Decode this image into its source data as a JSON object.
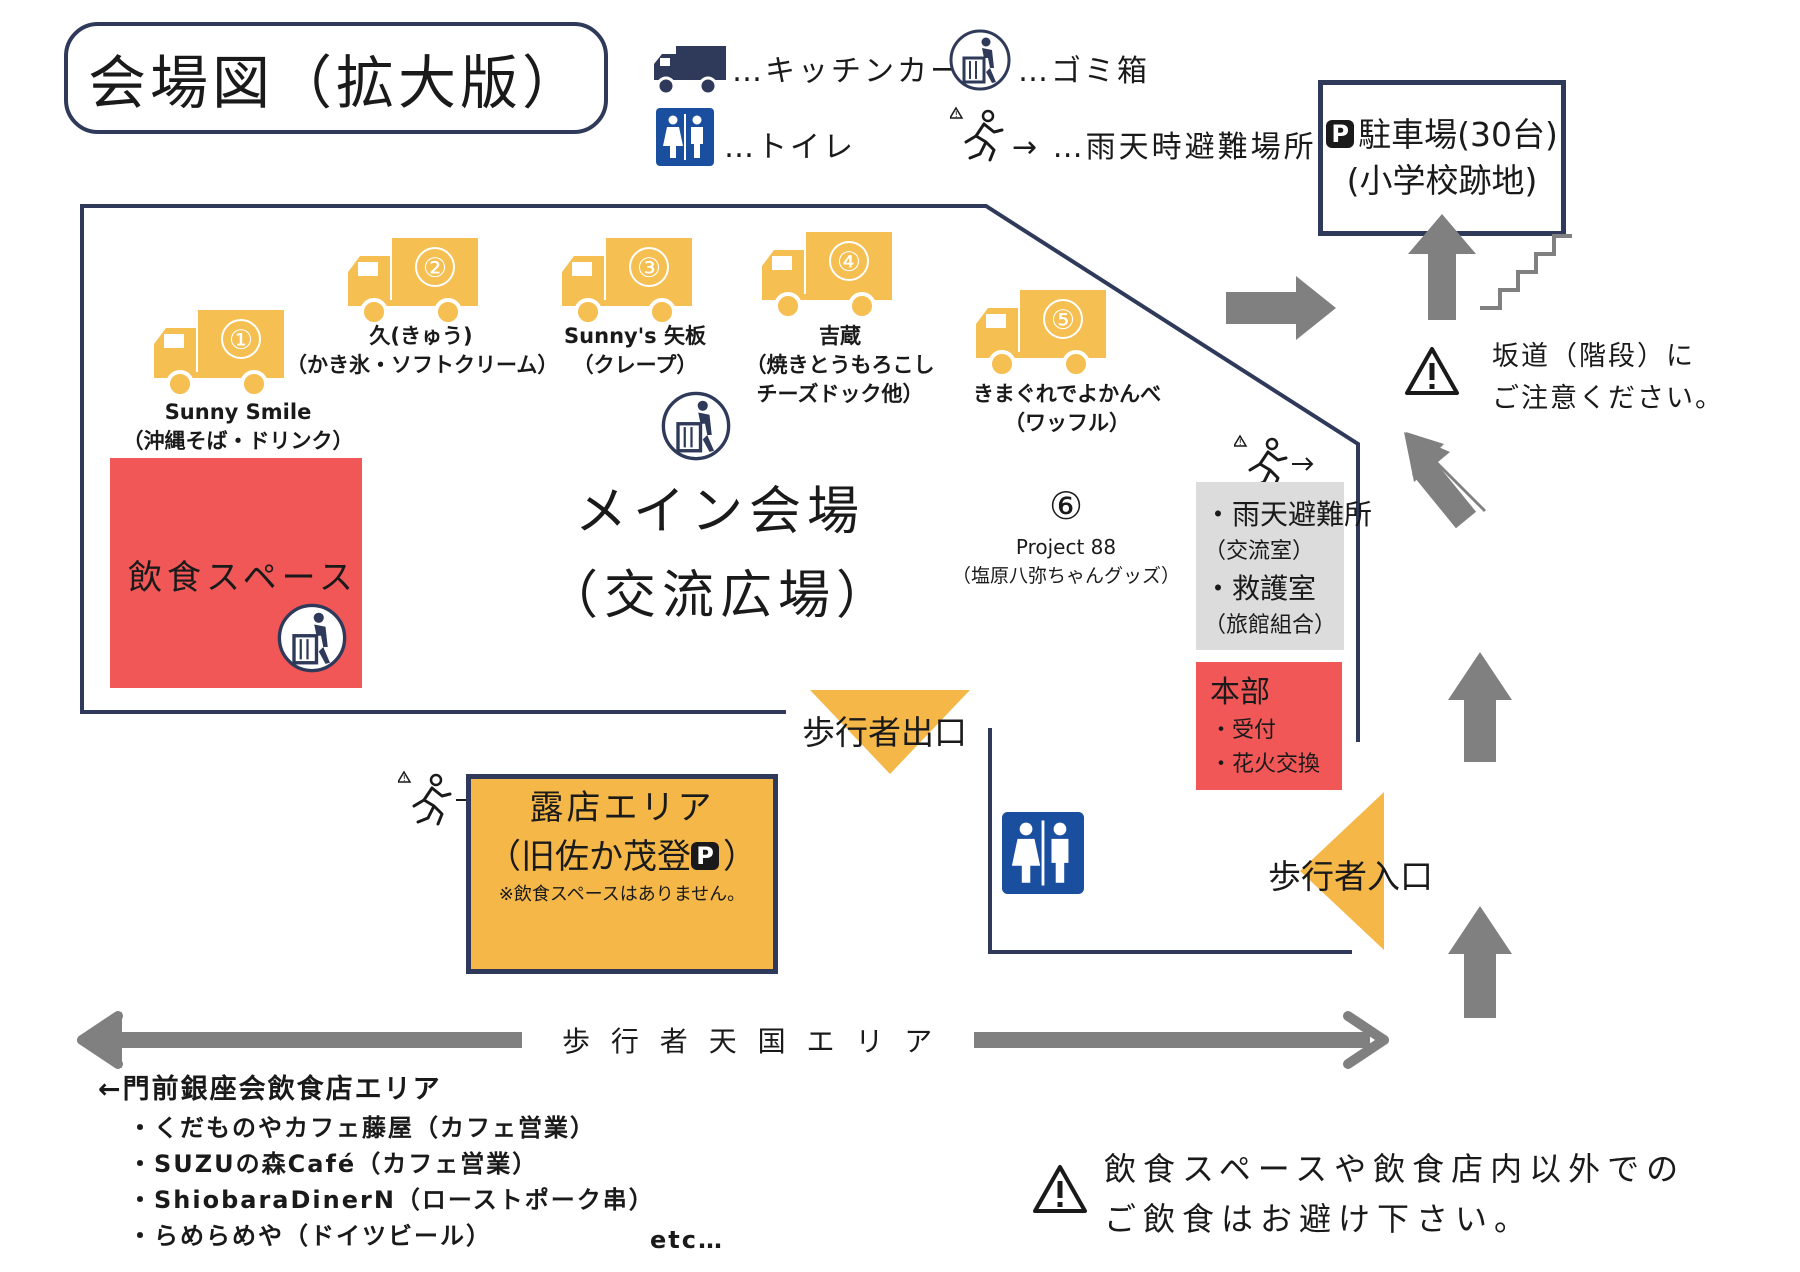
{
  "title": "会場図（拡大版）",
  "legend": {
    "kitchen_car": "…キッチンカー",
    "trash": "…ゴミ箱",
    "toilet": "…トイレ",
    "evacuation": "→ …雨天時避難場所"
  },
  "parking": {
    "line1": "駐車場(30台)",
    "line2": "(小学校跡地)",
    "p_symbol": "P"
  },
  "slope_warning": {
    "line1": "坂道（階段）に",
    "line2": "ご注意ください。"
  },
  "vendors": [
    {
      "number": "①",
      "line1": "Sunny Smile",
      "line2": "（沖縄そば・ドリンク）"
    },
    {
      "number": "②",
      "line1": "久(きゅう)",
      "line2": "（かき氷・ソフトクリーム）"
    },
    {
      "number": "③",
      "line1": "Sunny's 矢板",
      "line2": "（クレープ）"
    },
    {
      "number": "④",
      "line1": "吉蔵",
      "line2": "（焼きとうもろこし",
      "line3": "チーズドック他）"
    },
    {
      "number": "⑤",
      "line1": "きまぐれでよかんべ",
      "line2": "（ワッフル）"
    }
  ],
  "project": {
    "number": "⑥",
    "line1": "Project 88",
    "line2": "（塩原八弥ちゃんグッズ）"
  },
  "main_venue": {
    "line1": "メイン会場",
    "line2": "（交流広場）"
  },
  "eating_space": "飲食スペース",
  "shelter": {
    "line1": "・雨天避難所",
    "line2": "（交流室）",
    "line3": "・救護室",
    "line4": "（旅館組合）"
  },
  "hq": {
    "title": "本部",
    "item1": "・受付",
    "item2": "・花火交換"
  },
  "exit_label": "歩行者出口",
  "entrance_label": "歩行者入口",
  "stall_area": {
    "line1": "露店エリア",
    "line2_pre": "（旧佐か茂登",
    "line2_post": "）",
    "p_symbol": "P",
    "note": "※飲食スペースはありません。"
  },
  "pedestrian_area": "歩 行 者 天 国 エ リ ア",
  "restaurants": {
    "heading": "←門前銀座会飲食店エリア",
    "items": [
      "・くだものやカフェ藤屋（カフェ営業）",
      "・SUZUの森Café（カフェ営業）",
      "・ShiobaraDinerN（ローストポーク串）",
      "・らめらめや（ドイツビール）"
    ],
    "etc": "etc…"
  },
  "bottom_notice": {
    "line1": "飲食スペースや飲食店内以外での",
    "line2": "ご飲食はお避け下さい。"
  },
  "colors": {
    "navy": "#2f3a5a",
    "truck": "#f5bf52",
    "red": "#f25757",
    "orange": "#f5b848",
    "grey": "#808080",
    "toilet_blue": "#1a4fa0"
  }
}
